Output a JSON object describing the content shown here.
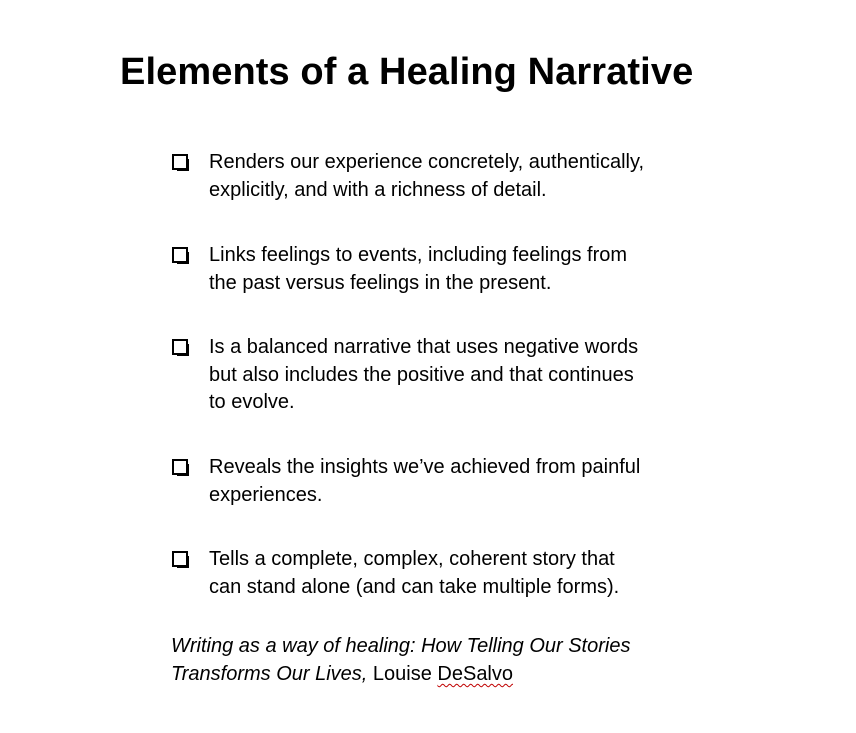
{
  "title": "Elements of a Healing Narrative",
  "items": [
    {
      "line1": "Renders our experience concretely, authentically,",
      "line2": "explicitly, and with a richness of detail.",
      "line3": ""
    },
    {
      "line1": "Links feelings to events, including feelings from",
      "line2": "the past versus feelings in the present.",
      "line3": ""
    },
    {
      "line1": "Is a balanced narrative that uses negative words",
      "line2": "but also includes the positive and that continues",
      "line3": "to evolve."
    },
    {
      "line1": "Reveals the insights we’ve achieved from painful",
      "line2": "experiences.",
      "line3": ""
    },
    {
      "line1": "Tells a complete, complex, coherent story that",
      "line2": "can stand alone (and can take multiple forms).",
      "line3": ""
    }
  ],
  "citation": {
    "book_line1": "Writing as a way of healing: How Telling Our Stories",
    "book_line2": "Transforms Our Lives,",
    "author_first": "Louise",
    "author_last": "DeSalvo"
  }
}
